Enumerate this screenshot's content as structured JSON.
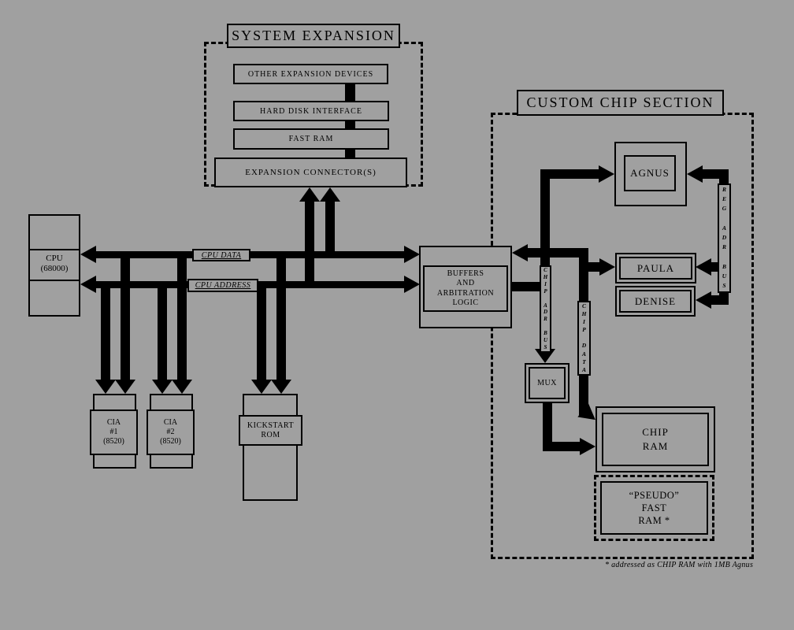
{
  "colors": {
    "background": "#a0a0a0",
    "ink": "#000000"
  },
  "system_expansion": {
    "title": "SYSTEM EXPANSION",
    "other_devices": "OTHER EXPANSION DEVICES",
    "hard_disk": "HARD DISK INTERFACE",
    "fast_ram": "FAST RAM",
    "connector": "EXPANSION CONNECTOR(S)"
  },
  "cpu": {
    "label": "CPU\n(68000)"
  },
  "buses": {
    "data": "CPU DATA",
    "address": "CPU ADDRESS"
  },
  "buffers": {
    "label": "BUFFERS\nAND\nARBITRATION\nLOGIC"
  },
  "chips": {
    "cia1": "CIA\n#1\n(8520)",
    "cia2": "CIA\n#2\n(8520)",
    "kickstart": "KICKSTART\nROM"
  },
  "custom_chip": {
    "title": "CUSTOM CHIP SECTION",
    "agnus": "AGNUS",
    "paula": "PAULA",
    "denise": "DENISE",
    "mux": "MUX",
    "chip_ram": "CHIP\nRAM",
    "pseudo_fast_ram": "“PSEUDO”\nFAST\nRAM *",
    "reg_adr_bus": "R\nE\nG\n\nA\nD\nR\n\nB\nU\nS",
    "chip_adr_bus": "C\nH\nI\nP\n\nA\nD\nR\n\nB\nU\nS",
    "chip_data": "C\nH\nI\nP\n\nD\nA\nT\nA",
    "footnote": "* addressed as CHIP RAM with 1MB Agnus"
  }
}
